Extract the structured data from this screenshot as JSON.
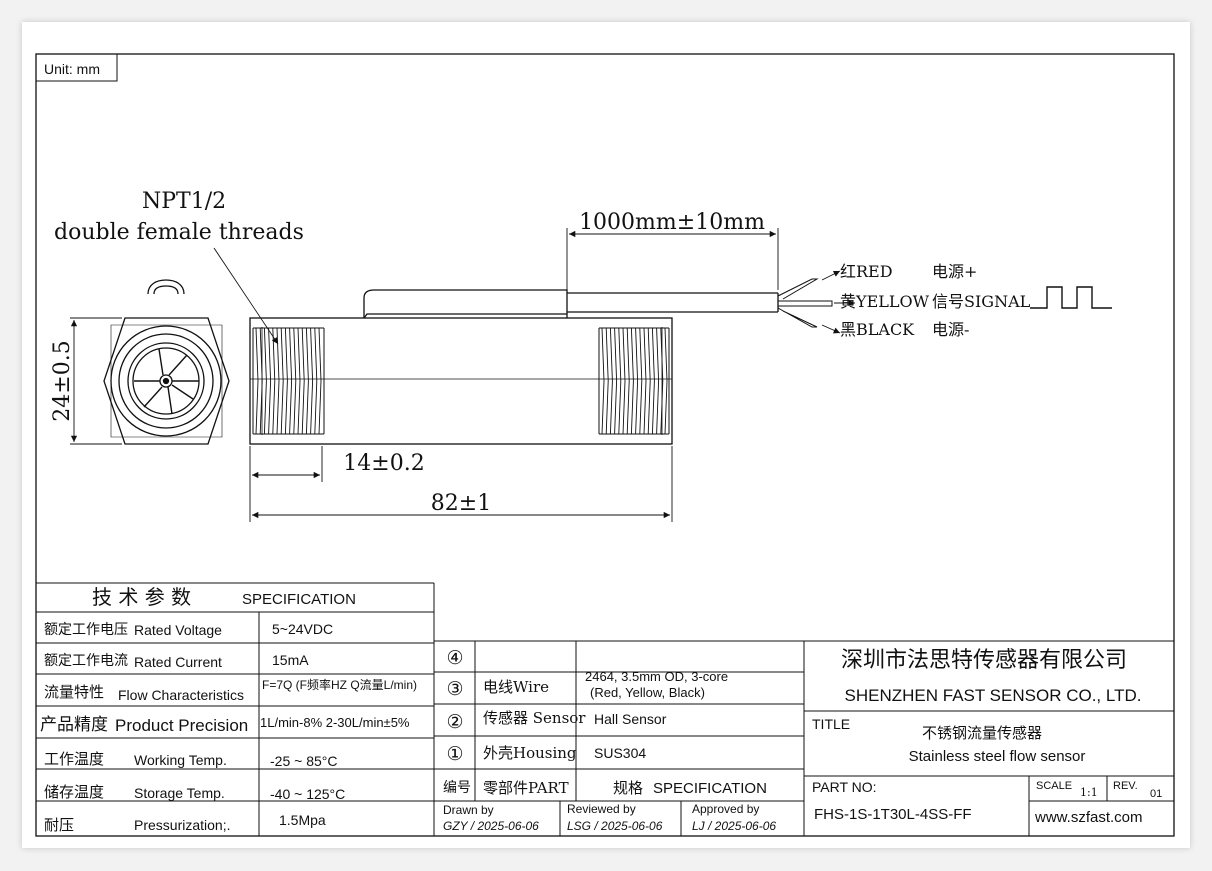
{
  "unit_label": "Unit: mm",
  "drawing": {
    "thread_note_1": "NPT1/2",
    "thread_note_2": "double female threads",
    "cable_length": "1000mm±10mm",
    "height_dim": "24±0.5",
    "thread_len_dim": "14±0.2",
    "total_len_dim": "82±1",
    "wires": [
      {
        "cn": "红RED",
        "func": "电源+"
      },
      {
        "cn": "黄YELLOW",
        "func": "信号SIGNAL"
      },
      {
        "cn": "黑BLACK",
        "func": "电源-"
      }
    ]
  },
  "spec": {
    "header_cn": "技 术 参 数",
    "header_en": "SPECIFICATION",
    "rows": [
      {
        "cn": "额定工作电压",
        "en": "Rated Voltage",
        "value": "5~24VDC"
      },
      {
        "cn": "额定工作电流",
        "en": "Rated Current",
        "value": "15mA"
      },
      {
        "cn": "流量特性",
        "en": "Flow Characteristics",
        "value": "F=7Q (F频率HZ Q流量L/min)"
      },
      {
        "cn": "产品精度",
        "en": "Product Precision",
        "value": "1L/min-8%  2-30L/min±5%"
      },
      {
        "cn": "工作温度",
        "en": "Working Temp.",
        "value": "-25 ~ 85°C"
      },
      {
        "cn": "储存温度",
        "en": "Storage Temp.",
        "value": "-40 ~ 125°C"
      },
      {
        "cn": "耐压",
        "en": "Pressurization;.",
        "value": "1.5Mpa"
      }
    ]
  },
  "parts": {
    "rows": [
      {
        "num": "④",
        "name": "",
        "spec": ""
      },
      {
        "num": "③",
        "name": "电线Wire",
        "spec": "2464, 3.5mm OD, 3-core",
        "spec2": "(Red, Yellow, Black)"
      },
      {
        "num": "②",
        "name": "传感器 Sensor",
        "spec": "Hall Sensor"
      },
      {
        "num": "①",
        "name": "外壳Housing",
        "spec": "SUS304"
      }
    ],
    "head_num": "编号",
    "head_part": "零部件PART",
    "head_spec_cn": "规格",
    "head_spec_en": "SPECIFICATION"
  },
  "approvals": [
    {
      "label": "Drawn by",
      "value": "GZY / 2025-06-06"
    },
    {
      "label": "Reviewed by",
      "value": "LSG / 2025-06-06"
    },
    {
      "label": "Approved by",
      "value": "LJ / 2025-06-06"
    }
  ],
  "title_block": {
    "company_cn": "深圳市法思特传感器有限公司",
    "company_en": "SHENZHEN FAST SENSOR CO., LTD.",
    "title_label": "TITLE",
    "title_cn": "不锈钢流量传感器",
    "title_en": "Stainless steel flow sensor",
    "part_no_label": "PART NO:",
    "part_no": "FHS-1S-1T30L-4SS-FF",
    "scale_label": "SCALE",
    "scale": "1:1",
    "rev_label": "REV.",
    "rev": "01",
    "website": "www.szfast.com"
  }
}
